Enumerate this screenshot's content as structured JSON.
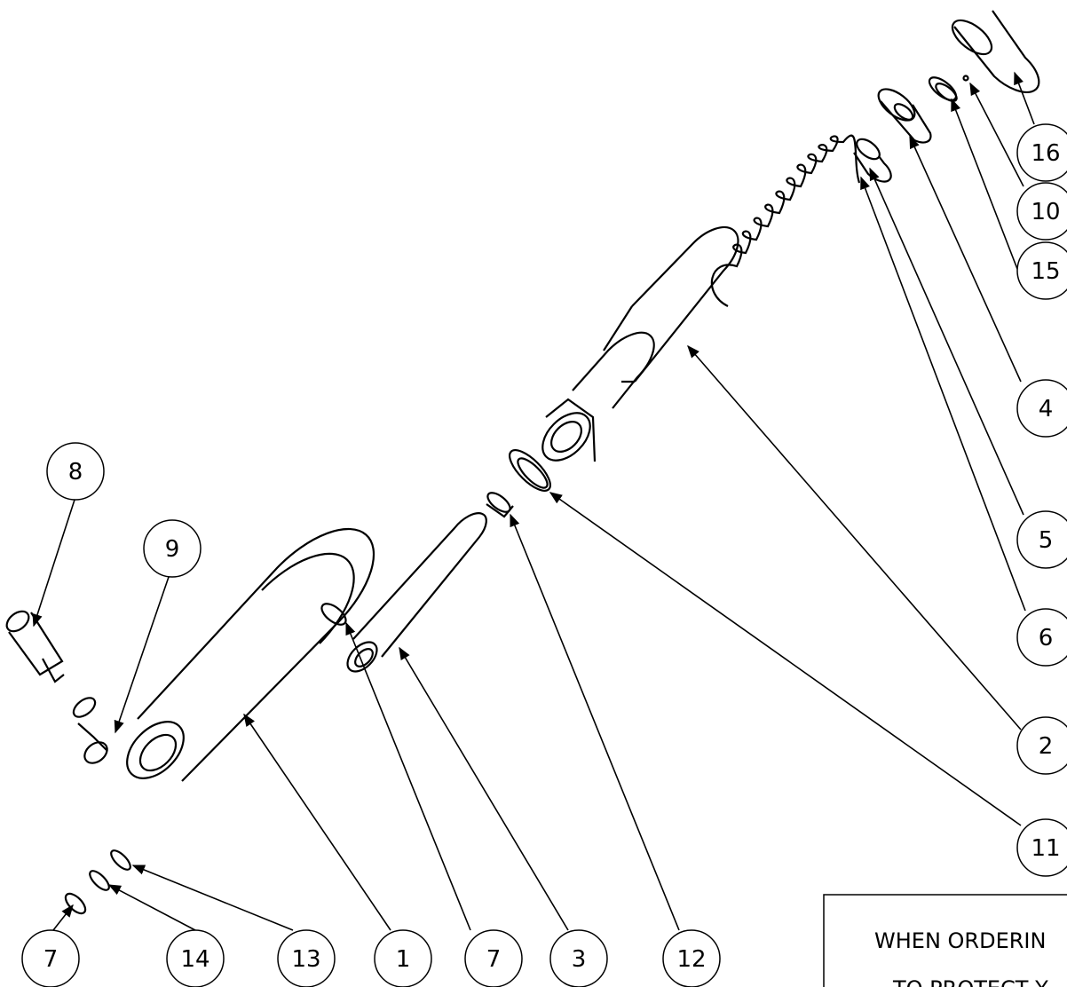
{
  "callouts": {
    "c8": "8",
    "c9": "9",
    "c7a": "7",
    "c14": "14",
    "c13": "13",
    "c1": "1",
    "c7b": "7",
    "c3": "3",
    "c12": "12",
    "c16": "16",
    "c10": "10",
    "c15": "15",
    "c4": "4",
    "c5": "5",
    "c6": "6",
    "c2": "2",
    "c11": "11"
  },
  "note": {
    "line1": "WHEN ORDERIN",
    "line2": "TO PROTECT Y"
  }
}
